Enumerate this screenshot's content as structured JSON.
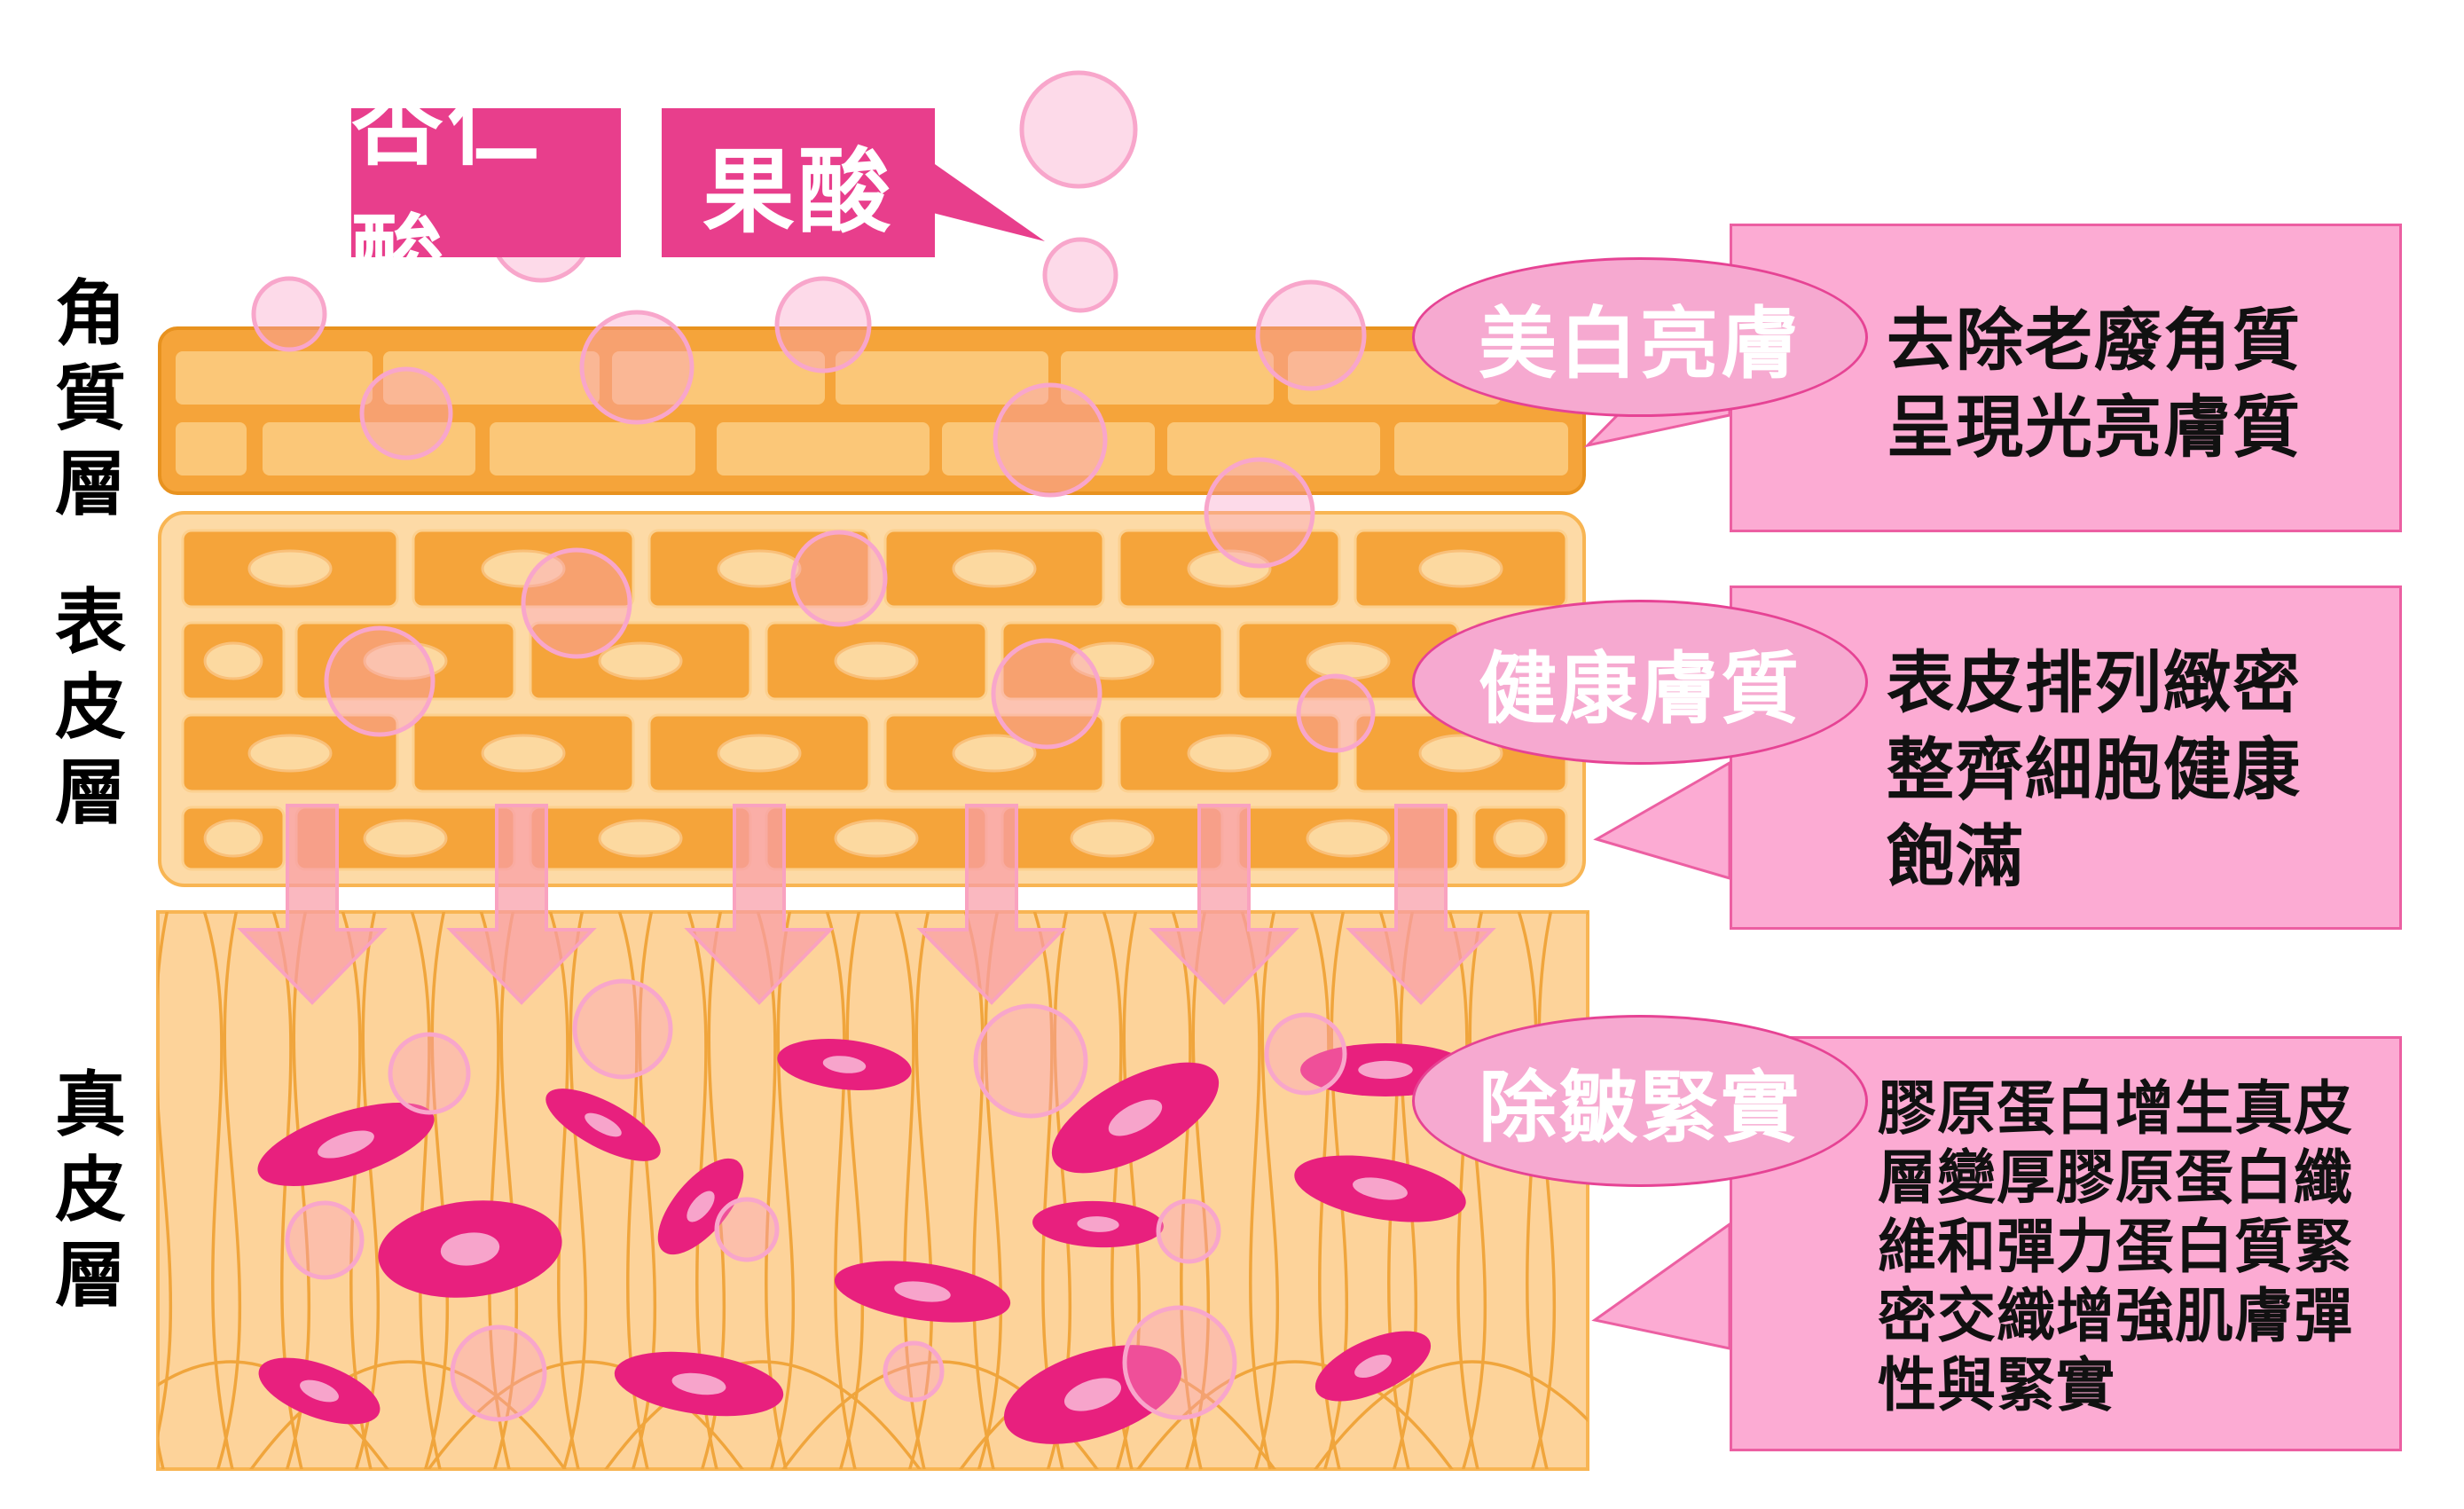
{
  "tags": {
    "almond_acid": "杏仁酸",
    "fruit_acid": "果酸"
  },
  "layers": {
    "stratum_corneum": [
      "角",
      "質",
      "層"
    ],
    "epidermis": [
      "表",
      "皮",
      "層"
    ],
    "dermis": [
      "真",
      "皮",
      "層"
    ]
  },
  "callouts": [
    {
      "heading": "美白亮膚",
      "lines": [
        "去除老廢角質",
        "呈現光亮膚質"
      ]
    },
    {
      "heading": "健康膚質",
      "lines": [
        "表皮排列緻密",
        "整齊細胞健康",
        "飽滿"
      ]
    },
    {
      "heading": "除皺緊實",
      "lines": [
        "膠原蛋白增生真皮",
        "層變厚膠原蛋白纖",
        "維和彈力蛋白質緊",
        "密交織增強肌膚彈",
        "性與緊實"
      ]
    }
  ],
  "colors": {
    "tag_bg": "#e83e8c",
    "callout_bg": "#fcabd3",
    "callout_border": "#ec5fa2",
    "oval_bg": "#f6a9d0",
    "cell_fill": "#f5a43a",
    "corneum_bg": "#fbbf67",
    "dermis_bg": "#fdd39a",
    "fibroblast": "#e8207e"
  }
}
